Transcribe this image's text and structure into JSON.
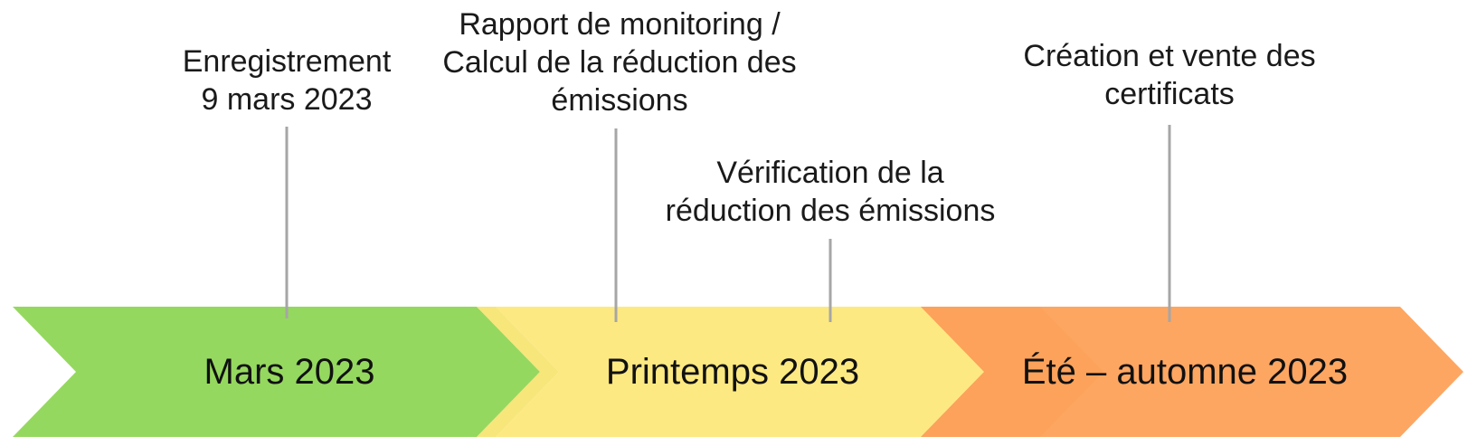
{
  "phases": [
    {
      "label": "Mars 2023",
      "color": "#95d85f"
    },
    {
      "label": "Printemps 2023",
      "color": "#fde981"
    },
    {
      "label": "Été – automne 2023",
      "color": "#fda662"
    }
  ],
  "milestones": [
    {
      "lines": [
        "Enregistrement",
        "9 mars 2023"
      ]
    },
    {
      "lines": [
        "Rapport de monitoring /",
        "Calcul de la réduction des",
        "émissions"
      ]
    },
    {
      "lines": [
        "Vérification de la",
        "réduction des émissions"
      ]
    },
    {
      "lines": [
        "Création et vente des",
        "certificats"
      ]
    }
  ],
  "connector_color": "#a6a6a6"
}
